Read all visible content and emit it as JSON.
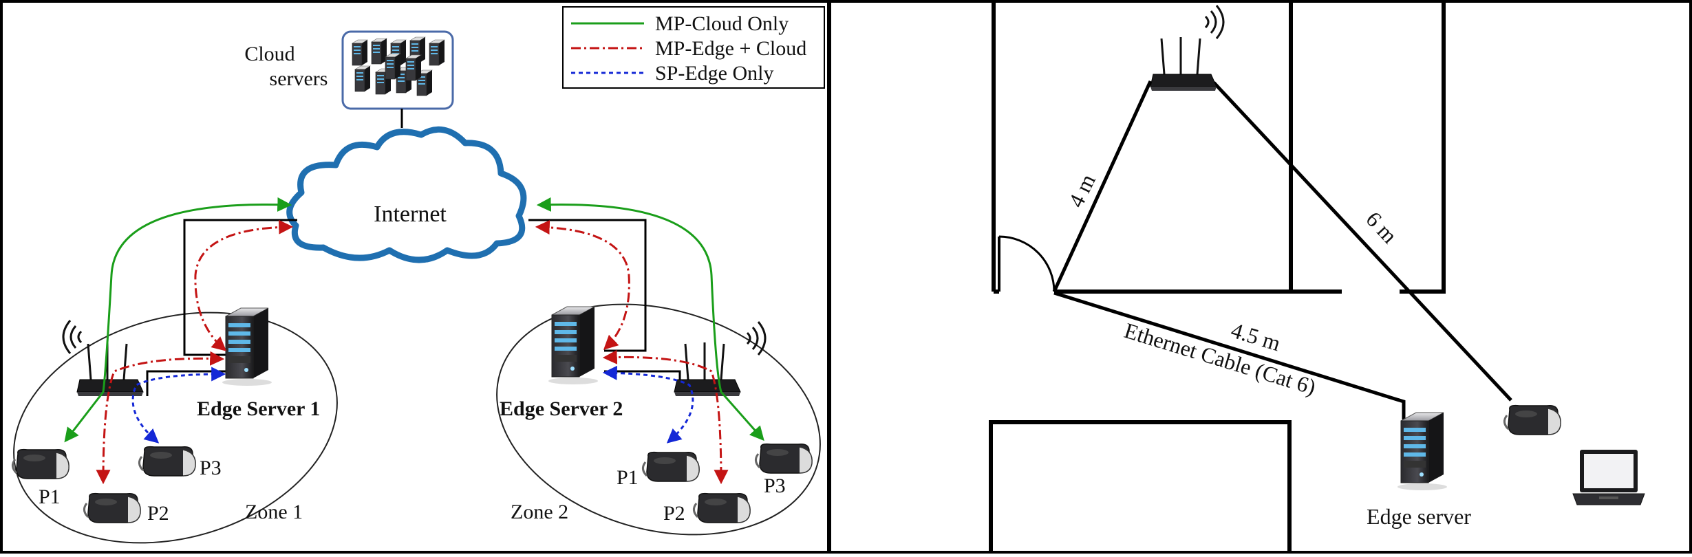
{
  "legend": {
    "items": [
      {
        "label": "MP-Cloud Only",
        "color": "#1a9e1a",
        "style": "solid"
      },
      {
        "label": "MP-Edge + Cloud",
        "color": "#c41414",
        "style": "dash-dot"
      },
      {
        "label": "SP-Edge Only",
        "color": "#1428d6",
        "style": "dotted"
      }
    ]
  },
  "left": {
    "cloud_servers_label_line1": "Cloud",
    "cloud_servers_label_line2": "servers",
    "internet_label": "Internet",
    "edge_server_1_label": "Edge Server 1",
    "edge_server_2_label": "Edge Server 2",
    "zone_1_label": "Zone 1",
    "zone_2_label": "Zone 2",
    "zone1_players": [
      "P1",
      "P2",
      "P3"
    ],
    "zone2_players": [
      "P1",
      "P2",
      "P3"
    ]
  },
  "right": {
    "dist_router_door": "4 m",
    "dist_router_headset": "6 m",
    "dist_door_server": "4.5 m",
    "cable_label": "Ethernet Cable (Cat 6)",
    "edge_server_label": "Edge server"
  },
  "colors": {
    "green": "#1a9e1a",
    "red": "#c41414",
    "blue": "#1428d6",
    "cloud_blue": "#1f6fb0",
    "frame": "#000000"
  }
}
